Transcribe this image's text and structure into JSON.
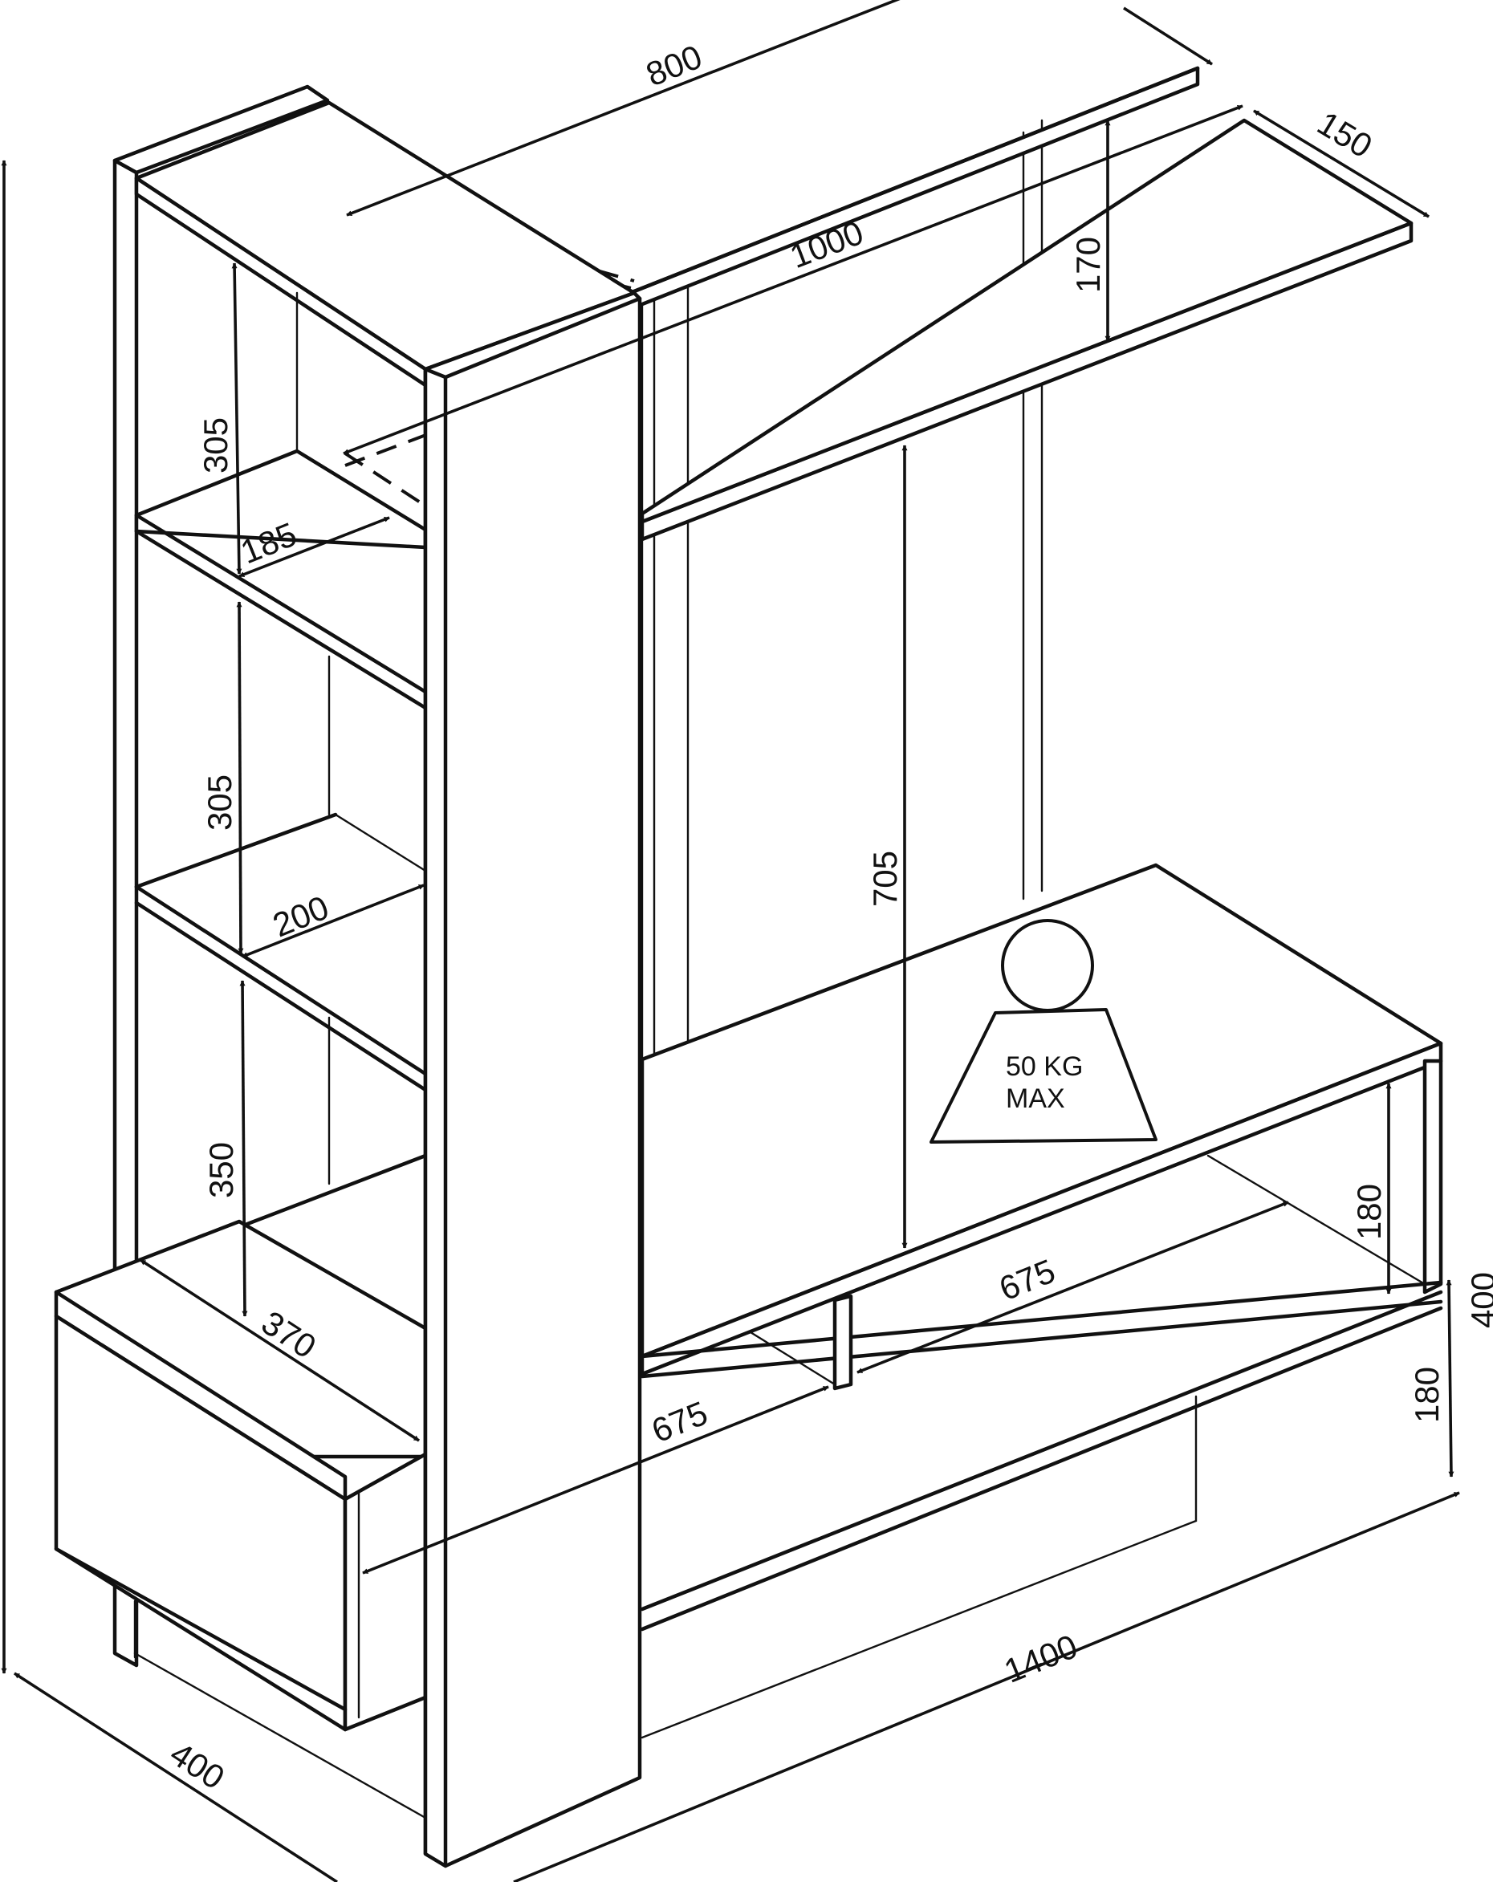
{
  "dimensions": {
    "top_shelf_length": "800",
    "lower_shelf_length": "1000",
    "top_shelf_right_depth": "150",
    "shelf_gap_right": "170",
    "left_upper_compartment_height": "305",
    "left_middle_compartment_height": "305",
    "left_lower_compartment_height": "350",
    "left_upper_shelf_depth": "185",
    "left_middle_shelf_depth": "200",
    "left_cabinet_depth": "370",
    "tv_gap_height": "705",
    "tv_unit_open_length": "675",
    "tv_unit_lower_length": "675",
    "tv_unit_open_height": "180",
    "tv_unit_drawer_height": "180",
    "tv_unit_total_height": "400",
    "total_length": "1400",
    "total_depth": "400"
  },
  "load_label": {
    "line1": "50 KG",
    "line2": "MAX"
  }
}
